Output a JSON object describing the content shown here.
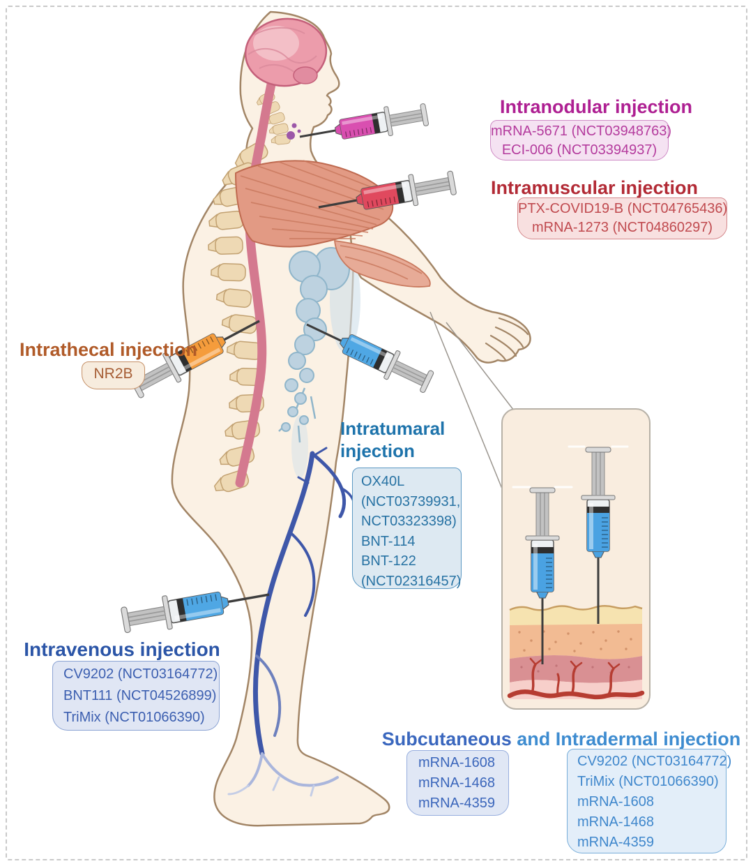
{
  "figure": {
    "colors": {
      "intranodular": "#d94fb0",
      "intramuscular": "#e0495e",
      "intrathecal": "#f59c3c",
      "intratumoral": "#4fa7e4",
      "intravenous": "#4fa7e4",
      "subcutaneous": "#4aa2e2"
    },
    "labels": {
      "intranodular": {
        "title": "Intranodular injection",
        "items": [
          "mRNA-5671 (NCT03948763)",
          "ECI-006 (NCT03394937)"
        ]
      },
      "intramuscular": {
        "title": "Intramuscular injection",
        "items": [
          "PTX-COVID19-B (NCT04765436)",
          "mRNA-1273 (NCT04860297)"
        ]
      },
      "intrathecal": {
        "title": "Intrathecal injection",
        "items": [
          "NR2B"
        ]
      },
      "intratumoral": {
        "title_line1": "Intratumaral",
        "title_line2": "injection",
        "items": [
          "OX40L",
          "(NCT03739931,",
          "NCT03323398)",
          "BNT-114",
          "BNT-122",
          "(NCT02316457)"
        ]
      },
      "intravenous": {
        "title": "Intravenous injection",
        "items": [
          "CV9202 (NCT03164772)",
          "BNT111 (NCT04526899)",
          "TriMix (NCT01066390)"
        ]
      },
      "subcutaneous_intradermal": {
        "title_part1": "Subcutaneous",
        "title_part2": " and Intradermal injection",
        "left_items": [
          "mRNA-1608",
          "mRNA-1468",
          "mRNA-4359"
        ],
        "right_items": [
          "CV9202 (NCT03164772)",
          "TriMix (NCT01066390)",
          "mRNA-1608",
          "mRNA-1468",
          "mRNA-4359"
        ]
      }
    }
  }
}
